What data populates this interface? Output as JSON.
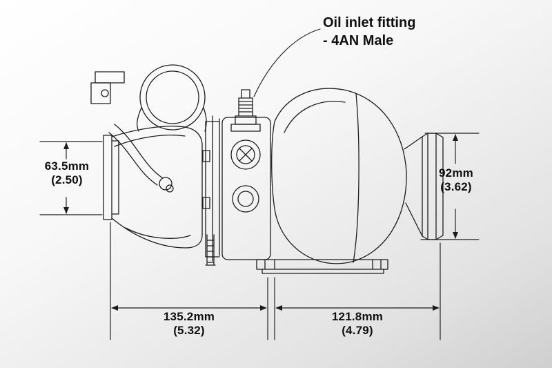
{
  "callout": {
    "line1": "Oil inlet fitting",
    "line2": "- 4AN Male"
  },
  "dimensions": {
    "inlet": {
      "metric": "63.5mm",
      "imperial": "(2.50)"
    },
    "outlet": {
      "metric": "92mm",
      "imperial": "(3.62)"
    },
    "compressor_length": {
      "metric": "135.2mm",
      "imperial": "(5.32)"
    },
    "turbine_length": {
      "metric": "121.8mm",
      "imperial": "(4.79)"
    }
  },
  "colors": {
    "line": "#1c1c1c",
    "text": "#0f0f0f",
    "background_top": "#ffffff",
    "background_bottom": "#cfcfcf"
  }
}
